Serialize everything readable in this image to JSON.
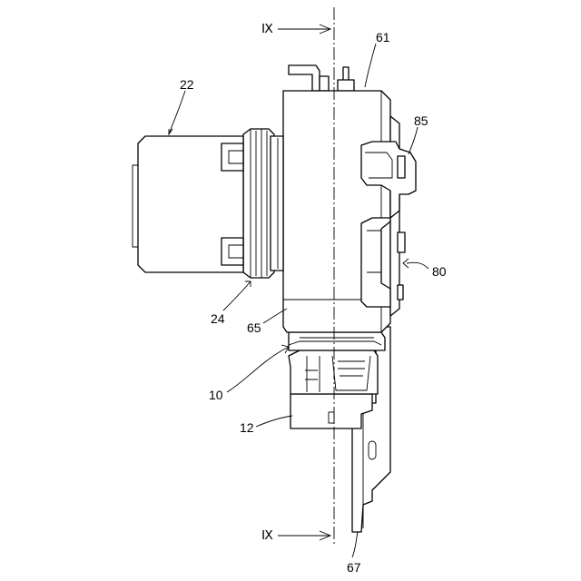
{
  "figure": {
    "section_marker": "Ⅸ",
    "labels": {
      "l61": "61",
      "l22": "22",
      "l85": "85",
      "l80": "80",
      "l24": "24",
      "l65": "65",
      "l10": "10",
      "l12": "12",
      "l67": "67"
    }
  }
}
